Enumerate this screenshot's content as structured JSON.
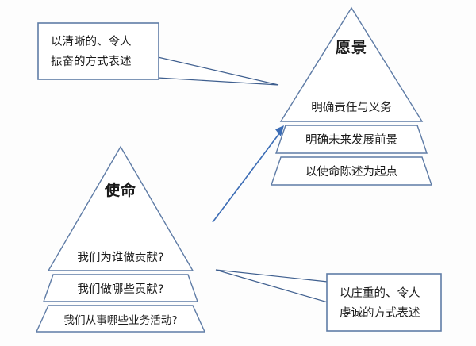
{
  "diagram": {
    "type": "two-pyramid-comparison",
    "background_color": "#fdfdfd",
    "outline_color": "#5f7ca6",
    "arrow_color": "#3b6cb5",
    "text_color": "#1a1a1a"
  },
  "vision_pyramid": {
    "title": "愿景",
    "bands": [
      {
        "label": "明确责任与义务"
      },
      {
        "label": "明确未来发展前景"
      },
      {
        "label": "以使命陈述为起点"
      }
    ]
  },
  "mission_pyramid": {
    "title": "使命",
    "bands": [
      {
        "label": "我们为谁做贡献?"
      },
      {
        "label": "我们做哪些贡献?"
      },
      {
        "label": "我们从事哪些业务活动?"
      }
    ]
  },
  "callouts": [
    {
      "id": "vision-callout",
      "lines": [
        "以清晰的、令人",
        "振奋的方式表述"
      ],
      "points_to": "vision-pyramid"
    },
    {
      "id": "mission-callout",
      "lines": [
        "以庄重的、令人",
        "虔诚的方式表述"
      ],
      "points_to": "mission-pyramid"
    }
  ],
  "connector": {
    "id": "mission-to-vision-arrow",
    "direction": "mission-pyramid to vision-pyramid"
  }
}
